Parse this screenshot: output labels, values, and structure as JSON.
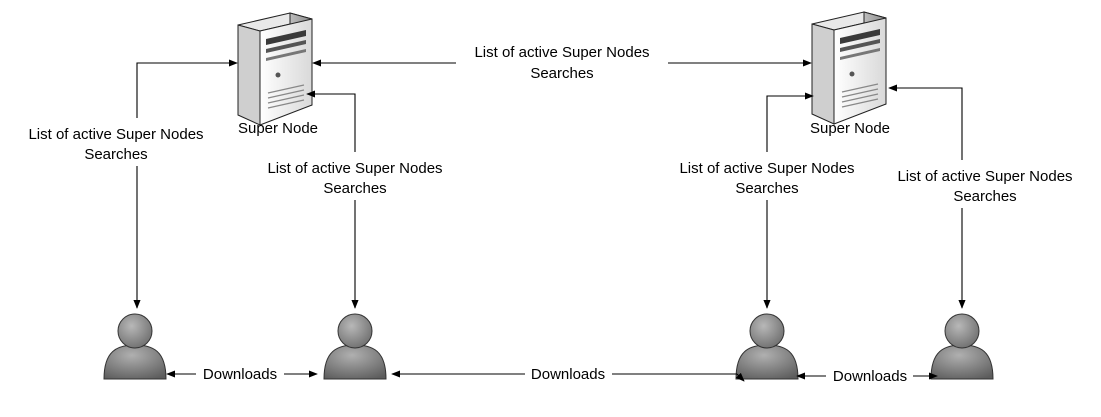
{
  "nodes": {
    "server_left": {
      "label": "Super Node",
      "icon": "server-icon"
    },
    "server_right": {
      "label": "Super Node",
      "icon": "server-icon"
    },
    "peers": [
      {
        "icon": "user-icon"
      },
      {
        "icon": "user-icon"
      },
      {
        "icon": "user-icon"
      },
      {
        "icon": "user-icon"
      }
    ]
  },
  "edges": {
    "servers_link": {
      "line1": "List of active Super Nodes",
      "line2": "Searches"
    },
    "server_left_peer1": {
      "line1": "List of active Super Nodes",
      "line2": "Searches"
    },
    "server_left_peer2": {
      "line1": "List of active Super Nodes",
      "line2": "Searches"
    },
    "server_right_peer3": {
      "line1": "List of active Super Nodes",
      "line2": "Searches"
    },
    "server_right_peer4": {
      "line1": "List of active Super Nodes",
      "line2": "Searches"
    },
    "download_1_2": {
      "label": "Downloads"
    },
    "download_2_3": {
      "label": "Downloads"
    },
    "download_3_4": {
      "label": "Downloads"
    }
  },
  "colors": {
    "server_light": "#f2f2f2",
    "server_mid": "#d4d4d4",
    "server_dark": "#4a4a4a",
    "person_light": "#a8a8a8",
    "person_dark": "#3c3c3c",
    "line": "#000000"
  }
}
